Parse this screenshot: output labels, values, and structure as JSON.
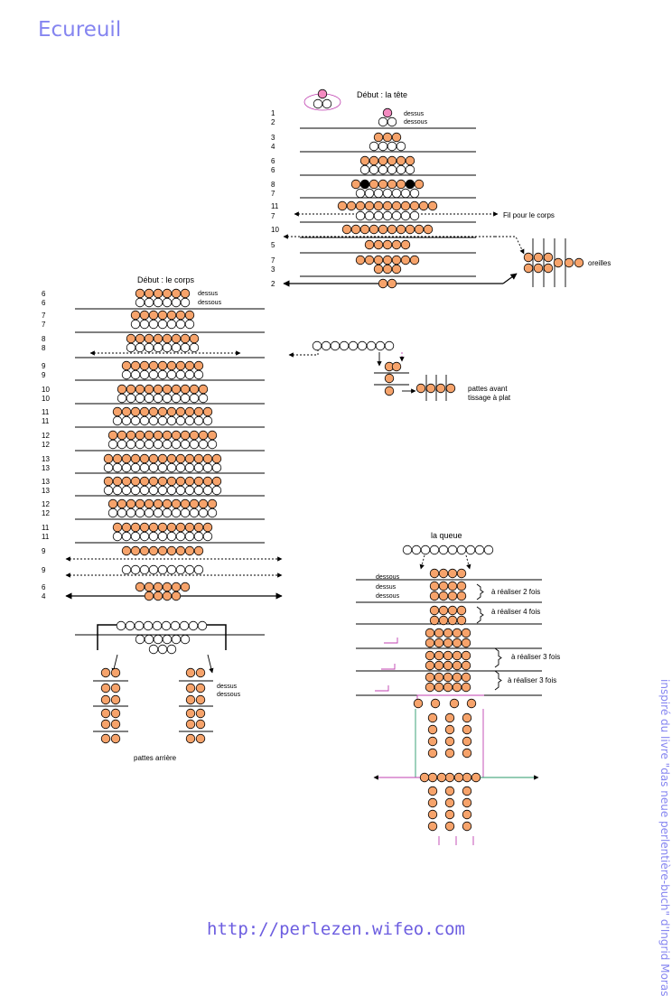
{
  "title": "Ecureuil",
  "url": "http://perlezen.wifeo.com",
  "credit": "inspiré du livre \"das neue perlentière-buch\" d'Ingrid Moras",
  "colors": {
    "bead": "#f6a36b",
    "eye": "#000000",
    "nose": "#f48ac0",
    "guide": "#2a9a6a",
    "wire": "#c040b0"
  },
  "head": {
    "label": "Début : la tête",
    "dessus": "dessus",
    "dessous": "dessous",
    "fil_label": "Fil pour le corps",
    "oreilles": "oreilles",
    "rows": [
      {
        "n": "1",
        "type": "nose",
        "count": 1
      },
      {
        "n": "2",
        "type": "white",
        "count": 2
      },
      {
        "n": "3",
        "type": "bead",
        "count": 3
      },
      {
        "n": "4",
        "type": "white",
        "count": 4
      },
      {
        "n": "6",
        "type": "bead",
        "count": 6
      },
      {
        "n": "6",
        "type": "white",
        "count": 6
      },
      {
        "n": "8",
        "type": "eyes",
        "count": 8
      },
      {
        "n": "7",
        "type": "white",
        "count": 7
      },
      {
        "n": "11",
        "type": "bead",
        "count": 11
      },
      {
        "n": "7",
        "type": "white",
        "count": 7
      },
      {
        "n": "10",
        "type": "bead",
        "count": 10
      },
      {
        "n": "5",
        "type": "bead",
        "count": 5
      },
      {
        "n": "7",
        "type": "bead",
        "count": 7
      },
      {
        "n": "3",
        "type": "bead",
        "count": 3
      },
      {
        "n": "2",
        "type": "bead",
        "count": 2
      }
    ]
  },
  "body": {
    "label": "Début : le corps",
    "dessus": "dessus",
    "dessous": "dessous",
    "rows": [
      [
        "6",
        "6"
      ],
      [
        "7",
        "7"
      ],
      [
        "8",
        "8"
      ],
      [
        "9",
        "9"
      ],
      [
        "10",
        "10"
      ],
      [
        "11",
        "11"
      ],
      [
        "12",
        "12"
      ],
      [
        "13",
        "13"
      ],
      [
        "13",
        "13"
      ],
      [
        "12",
        "12"
      ],
      [
        "11",
        "11"
      ],
      [
        "9"
      ],
      [
        "9"
      ],
      [
        "6",
        "4"
      ]
    ]
  },
  "front_legs": {
    "label_1": "pattes avant",
    "label_2": "tissage à plat"
  },
  "back_legs": {
    "label": "pattes arrière",
    "dessus": "dessus",
    "dessous": "dessous"
  },
  "tail": {
    "label": "la queue",
    "dessous": "dessous",
    "dessus": "dessus",
    "dessous2": "dessous",
    "repeat_2": "à réaliser 2 fois",
    "repeat_4": "à réaliser 4 fois",
    "repeat_3a": "à réaliser 3 fois",
    "repeat_3b": "à réaliser 3 fois"
  }
}
